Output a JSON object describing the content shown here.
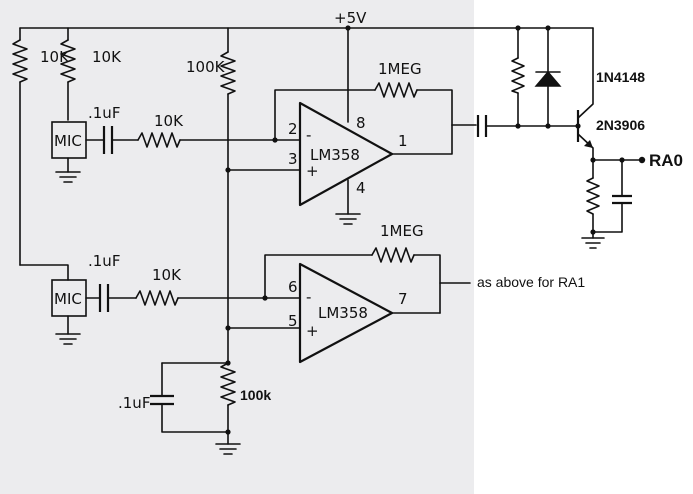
{
  "colors": {
    "scan_paper": "#ececee",
    "white": "#ffffff",
    "ink": "#111111"
  },
  "supply": {
    "label": "+5V"
  },
  "top_channel": {
    "mic_label": "MIC",
    "mic_bias_resistor_label": "10K",
    "divider_resistor_label": "10K",
    "coupling_cap_label": ".1uF",
    "input_resistor_label": "10K",
    "bias_resistor_label": "100K",
    "feedback_resistor_label": "1MEG",
    "opamp_label": "LM358",
    "pins": {
      "inverting": "2",
      "non_inverting": "3",
      "output": "1",
      "vcc": "8",
      "gnd": "4"
    },
    "minus_sign": "-",
    "plus_sign": "+"
  },
  "bottom_channel": {
    "mic_label": "MIC",
    "coupling_cap_label": ".1uF",
    "input_resistor_label": "10K",
    "feedback_resistor_label": "1MEG",
    "opamp_label": "LM358",
    "pins": {
      "inverting": "6",
      "non_inverting": "5",
      "output": "7"
    },
    "minus_sign": "-",
    "plus_sign": "+",
    "note": "as above for RA1"
  },
  "bias_network": {
    "resistor_label": "100k",
    "cap_label": ".1uF"
  },
  "output_stage": {
    "diode_label": "1N4148",
    "transistor_label": "2N3906",
    "output_label": "RA0"
  }
}
